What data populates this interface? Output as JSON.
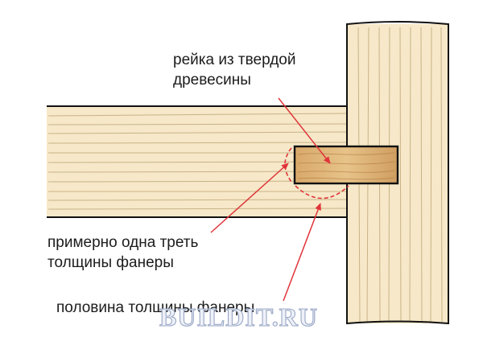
{
  "diagram": {
    "labels": {
      "rail": [
        "рейка из твердой",
        "древесины"
      ],
      "third": [
        "примерно одна треть",
        "толщины фанеры"
      ],
      "half": "половина толщины фанеры"
    },
    "watermark": "BUILDIT.RU",
    "colors": {
      "plywood_face": "#f6e8c8",
      "plywood_line": "#c9b388",
      "hardwood_light": "#e2b87a",
      "hardwood_dark": "#c7925a",
      "outline": "#111111",
      "arrow": "#e0343a",
      "text": "#1c1c1c"
    }
  }
}
